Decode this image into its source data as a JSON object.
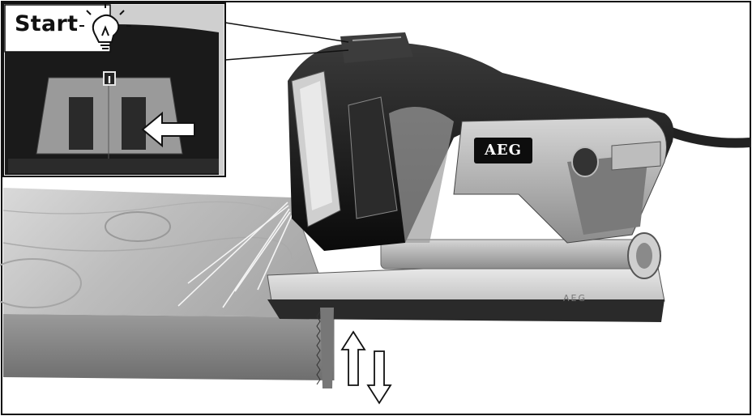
{
  "inset": {
    "label": "Start",
    "icon": "lightbulb-icon",
    "switch_mark": "I"
  },
  "tool": {
    "brand": "AEG",
    "base_marking": "AEG"
  },
  "motion": {
    "icon": "up-down-arrows-icon"
  }
}
